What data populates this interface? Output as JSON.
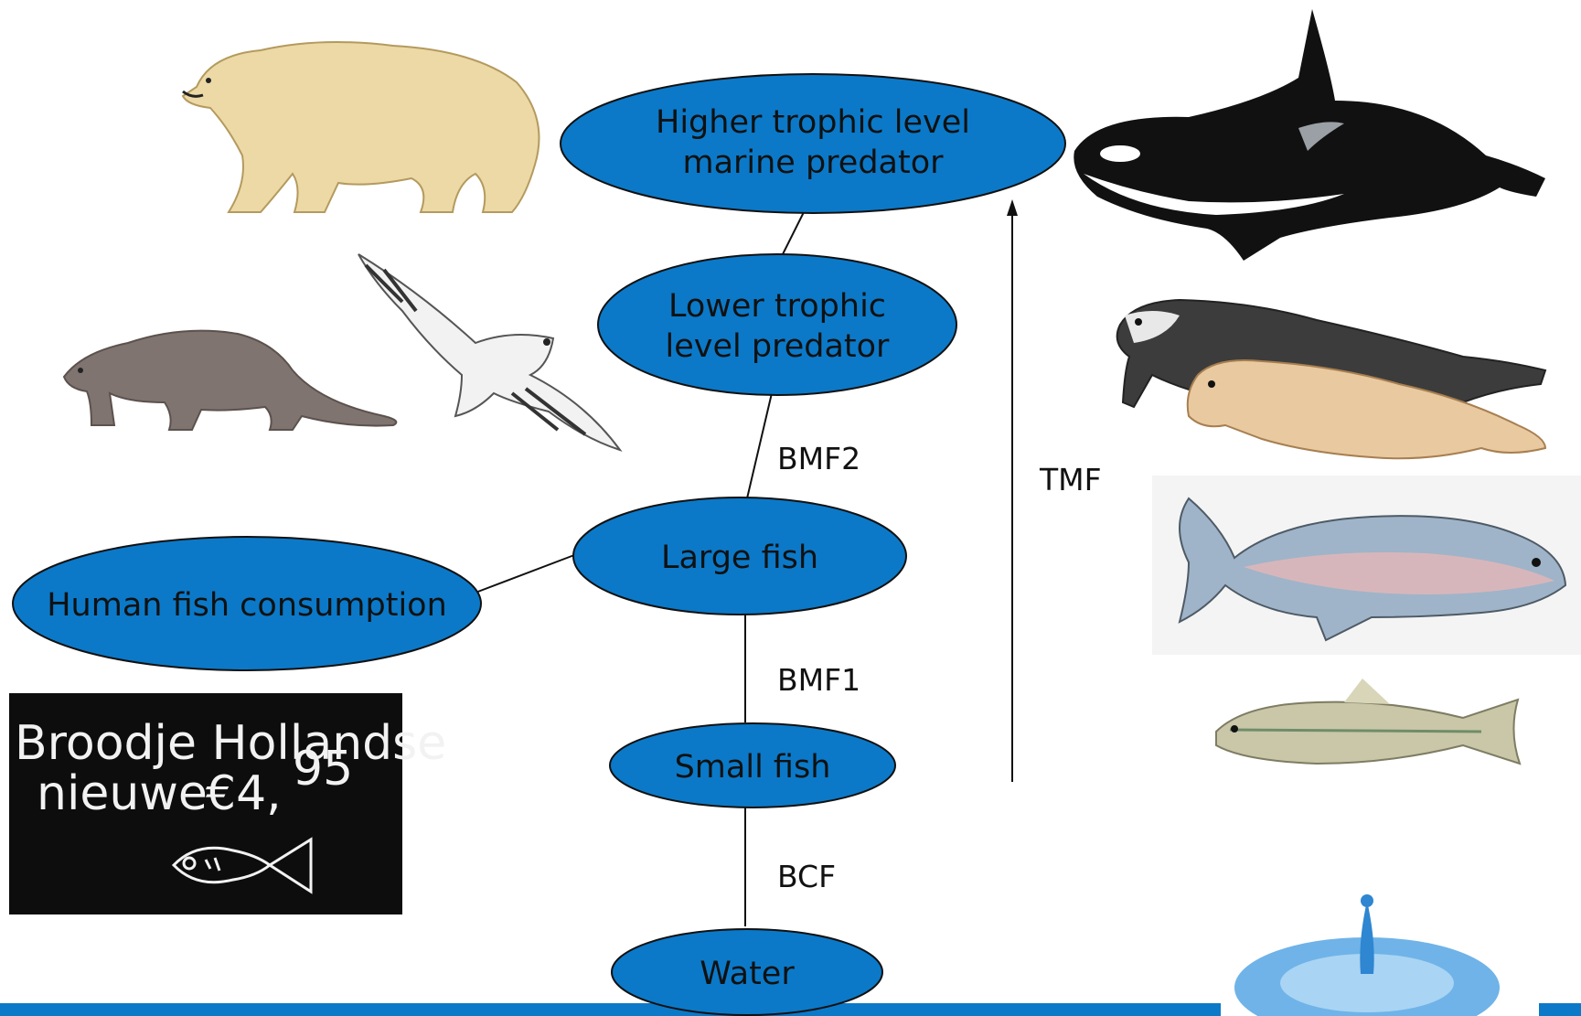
{
  "diagram": {
    "nodes": {
      "higher_predator": [
        "Higher trophic level",
        "marine predator"
      ],
      "lower_predator": [
        "Lower trophic",
        "level predator"
      ],
      "large_fish": "Large fish",
      "human": "Human fish consumption",
      "small_fish": "Small fish",
      "water": "Water"
    },
    "edges": {
      "bmf2": "BMF2",
      "bmf1": "BMF1",
      "bcf": "BCF",
      "tmf": "TMF"
    }
  },
  "chalkboard": {
    "line1": "Broodje Hollandse",
    "line2a": "nieuwe",
    "price_main": "€4,",
    "price_cents": "95"
  },
  "colors": {
    "node_fill": "#0b79c8",
    "footer_bar": "#0b79c8"
  }
}
